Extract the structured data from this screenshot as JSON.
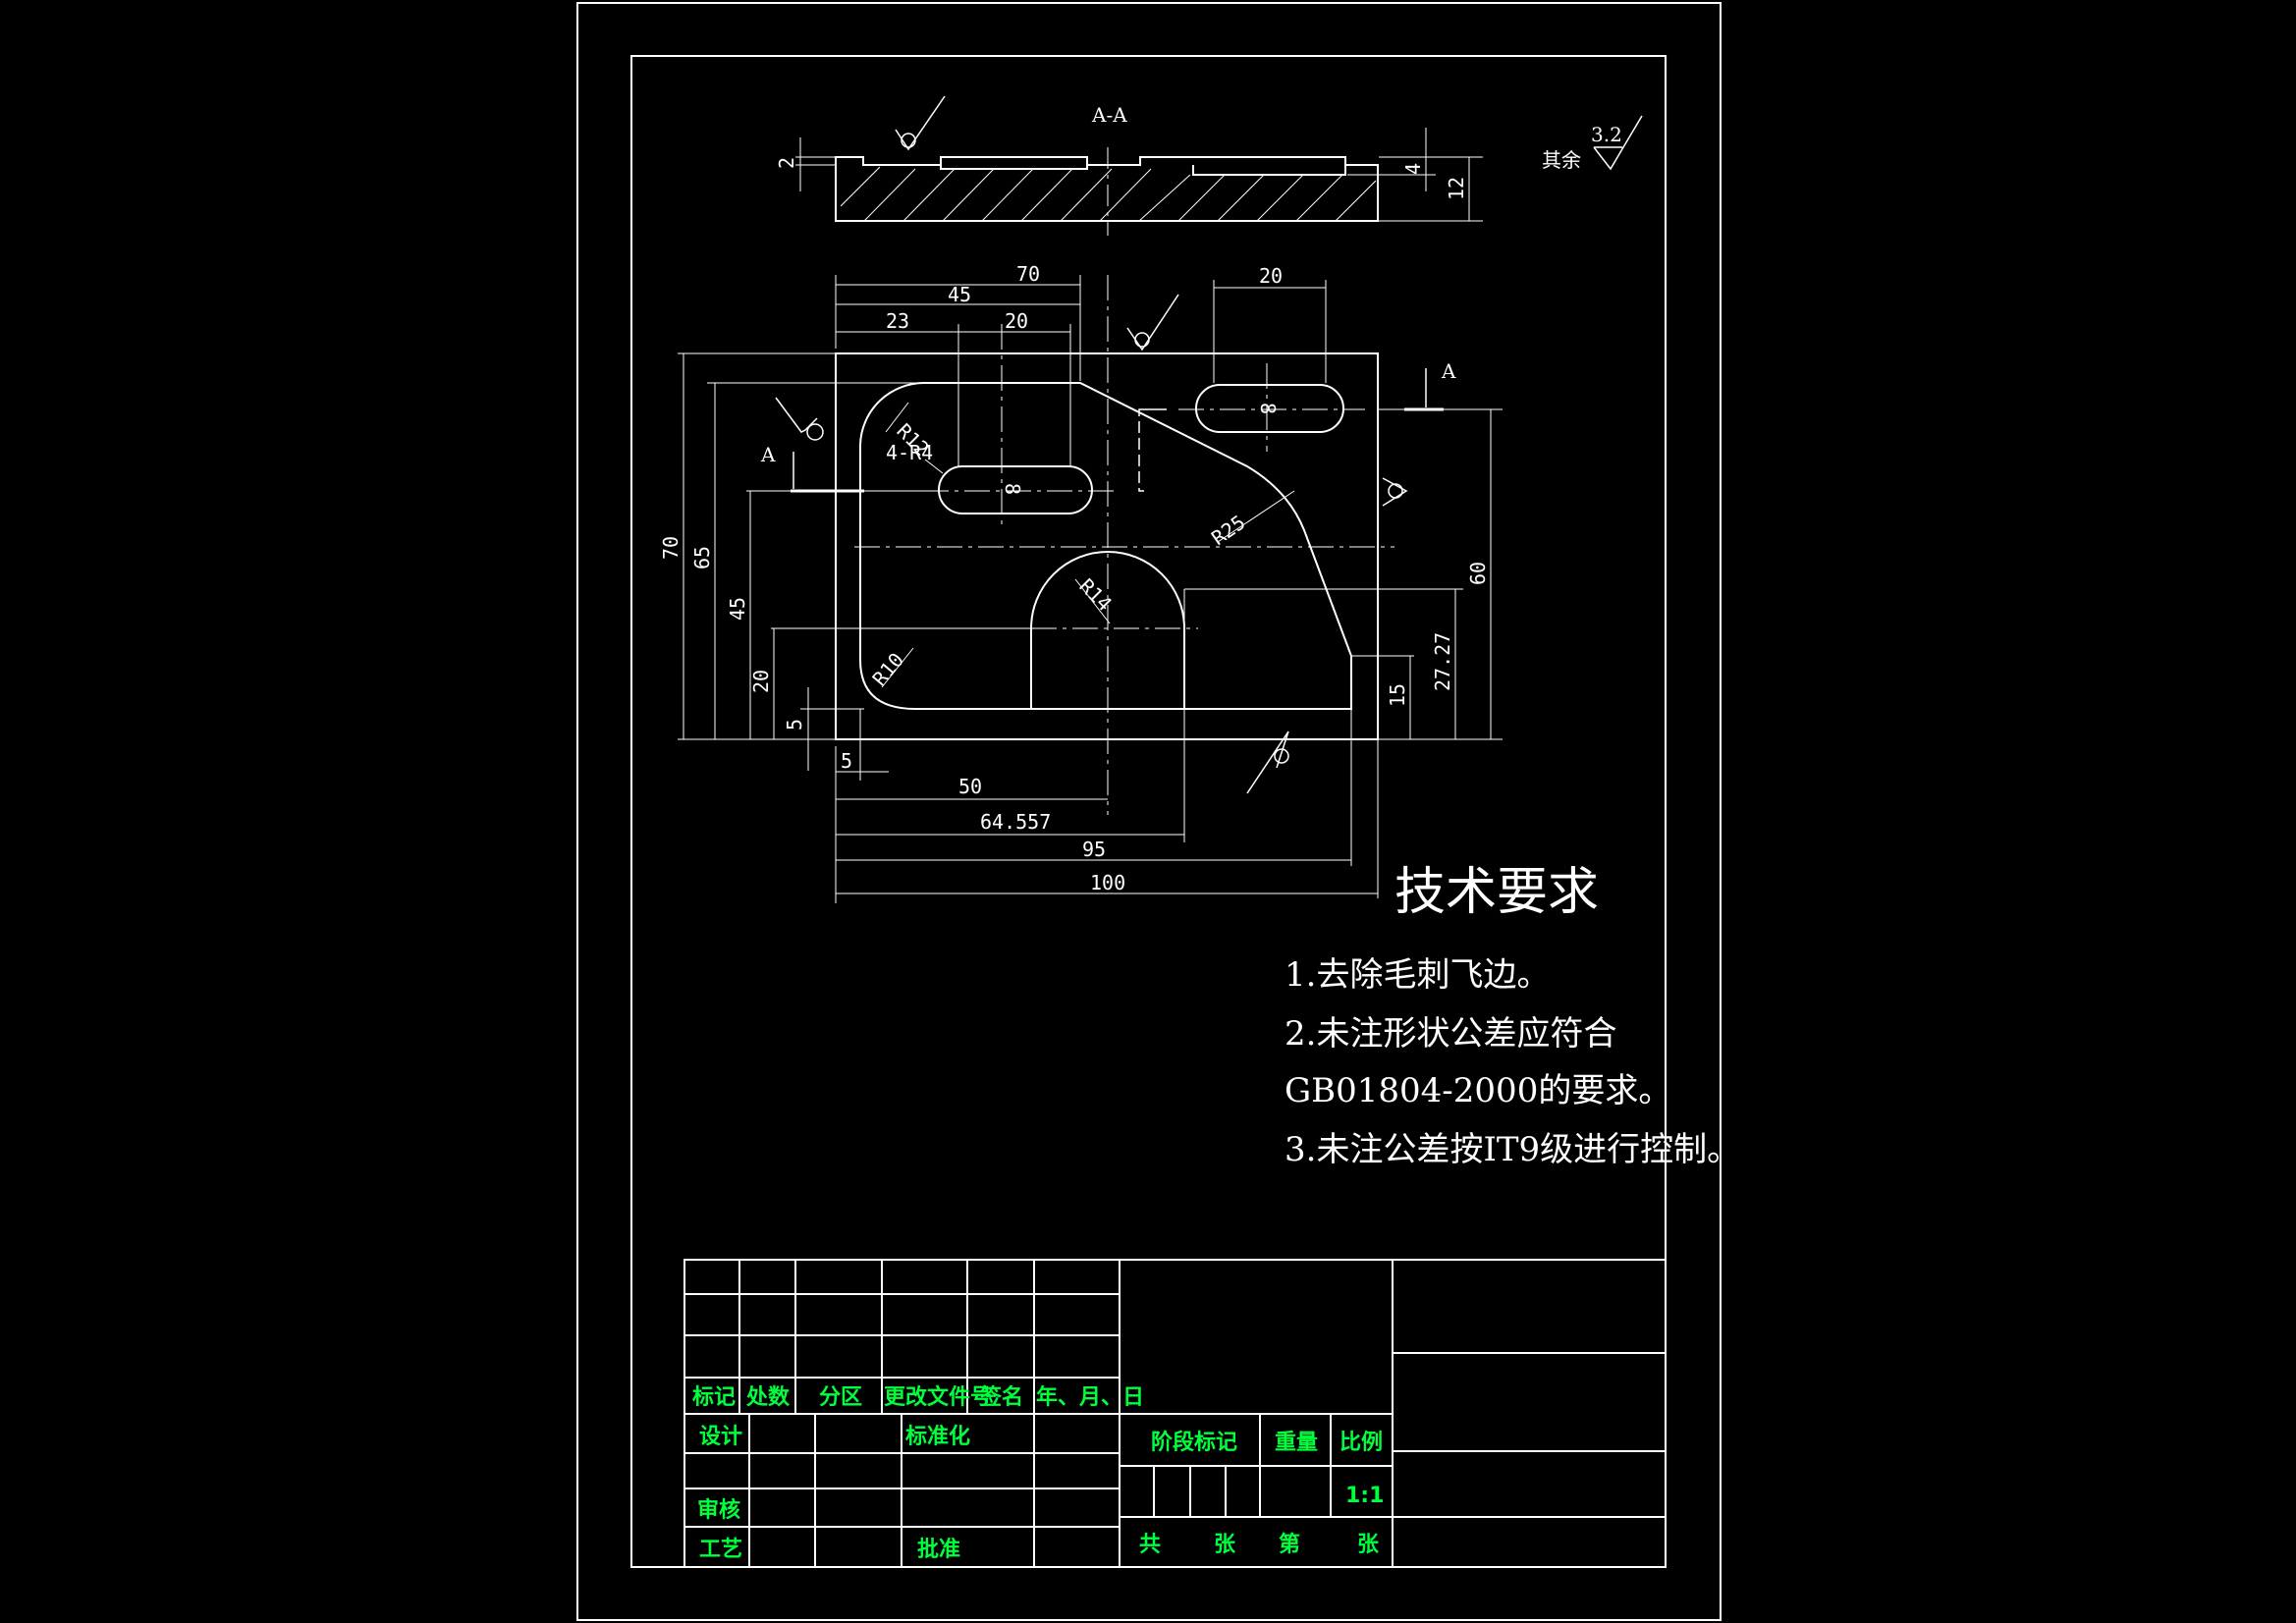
{
  "section_label": "A-A",
  "section_marks": {
    "left": "A",
    "right": "A"
  },
  "surface_roughness": {
    "rest_label": "其余",
    "value": "3.2"
  },
  "dimensions": {
    "d70_top": "70",
    "d45": "45",
    "d23": "23",
    "d20_mid": "20",
    "d20_right": "20",
    "r12": "R12",
    "r4": "4-R4",
    "r25": "R25",
    "r14": "R14",
    "r10": "R10",
    "slot8_a": "8",
    "slot8_b": "8",
    "v70": "70",
    "v65": "65",
    "v45": "45",
    "v20": "20",
    "v5": "5",
    "h5": "5",
    "h50": "50",
    "h64": "64.557",
    "h95": "95",
    "h100": "100",
    "r60": "60",
    "r2727": "27.27",
    "r15": "15",
    "s2": "2",
    "s4": "4",
    "s12": "12"
  },
  "tech_requirements": {
    "heading": "技术要求",
    "items": [
      "1.去除毛刺飞边。",
      "2.未注形状公差应符合",
      "GB01804-2000的要求。",
      "3.未注公差按IT9级进行控制。"
    ]
  },
  "title_block": {
    "headers": [
      "标记",
      "处数",
      "分区",
      "更改文件号",
      "签名",
      "年、月、日"
    ],
    "design": "设计",
    "standardize": "标准化",
    "review": "审核",
    "process": "工艺",
    "approve": "批准",
    "stage_mark": "阶段标记",
    "weight": "重量",
    "scale_label": "比例",
    "scale_value": "1:1",
    "total": "共",
    "sheets": "张",
    "no": "第",
    "sheet": "张"
  },
  "colors": {
    "line": "#ffffff",
    "title_text": "#00ff3c",
    "background": "#000000"
  }
}
